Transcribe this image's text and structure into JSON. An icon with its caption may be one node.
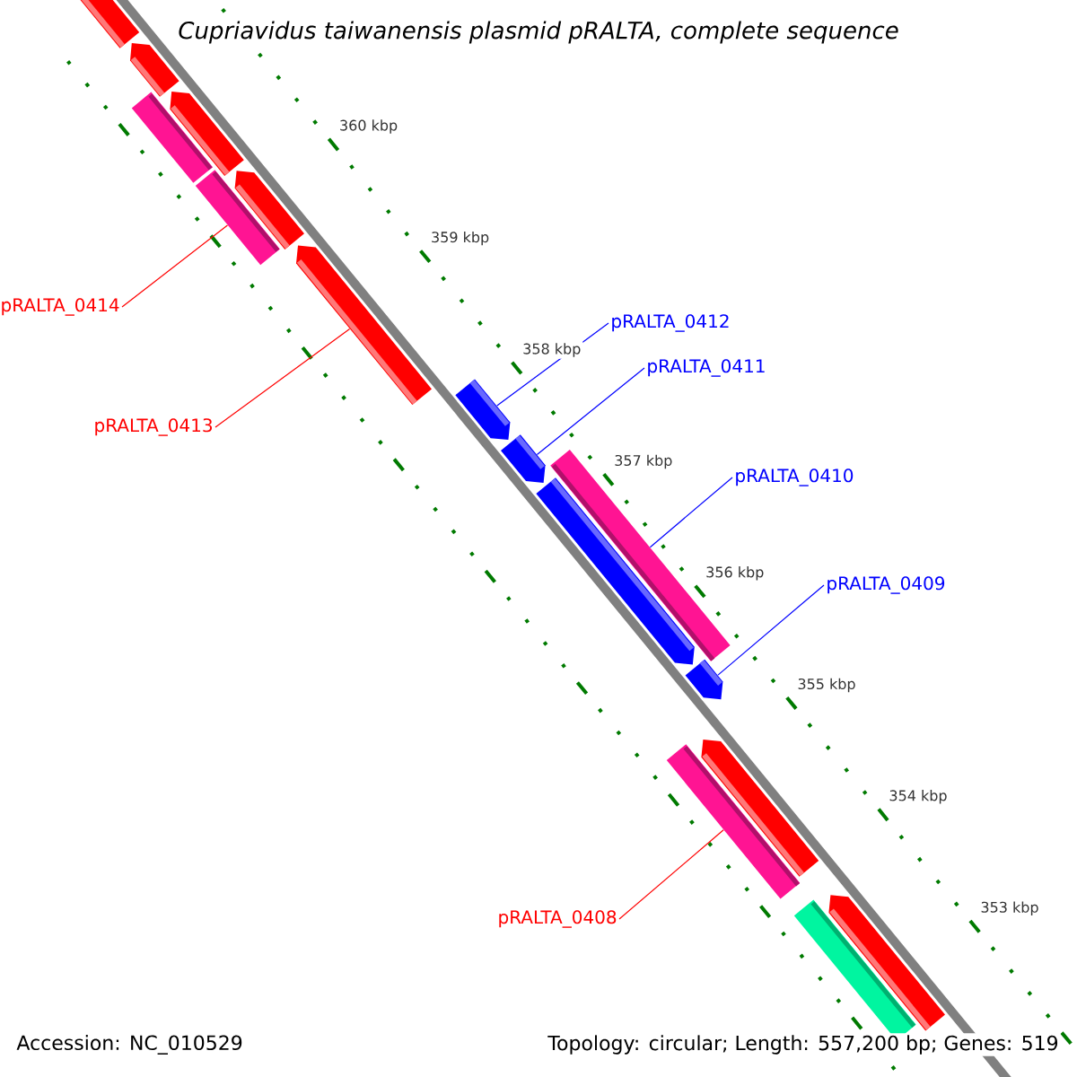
{
  "diagram": {
    "title": "Cupriavidus taiwanensis plasmid pRALTA, complete sequence",
    "nodes": [
      {
        "text": [
          "pRALTA_0414"
        ]
      },
      {
        "text": [
          "pRALTA_0412"
        ]
      },
      {
        "text": [
          "pRALTA_0411"
        ]
      },
      {
        "text": [
          "pRALTA_0413"
        ]
      },
      {
        "text": [
          "pRALTA_0410"
        ]
      },
      {
        "text": [
          "pRALTA_0409"
        ]
      },
      {
        "text": [
          "pRALTA_0408"
        ]
      },
      {
        "text": [],
        "shape": "pentagon"
      },
      {
        "text": [],
        "shape": "pentagon"
      },
      {
        "text": [],
        "shape": "bar"
      },
      {
        "text": [],
        "shape": "bar"
      },
      {
        "text": [],
        "shape": "pentagon"
      },
      {
        "text": [],
        "shape": "pentagon"
      },
      {
        "text": [],
        "shape": "pentagon"
      },
      {
        "text": [],
        "shape": "pentagon"
      },
      {
        "text": [],
        "shape": "pentagon"
      },
      {
        "text": [],
        "shape": "pentagon"
      },
      {
        "text": [],
        "shape": "bar"
      },
      {
        "text": [],
        "shape": "pentagon"
      },
      {
        "text": [],
        "shape": "bar"
      },
      {
        "text": [],
        "shape": "pentagon"
      },
      {
        "text": [],
        "shape": "bar"
      },
      {
        "text": [],
        "shape": "pentagon"
      }
    ],
    "edges": [
      {
        "from": 0,
        "to": 10,
        "arrow": "none",
        "color": "#ff0000"
      },
      {
        "from": 1,
        "to": 14,
        "arrow": "none"
      },
      {
        "from": 2,
        "to": 15,
        "arrow": "none"
      },
      {
        "from": 3,
        "to": 13,
        "arrow": "none",
        "color": "#ff0000"
      },
      {
        "from": 4,
        "to": 17,
        "arrow": "none"
      },
      {
        "from": 5,
        "to": 18,
        "arrow": "none"
      },
      {
        "from": 6,
        "to": 19,
        "arrow": "none",
        "color": "#ff0000"
      }
    ],
    "labels": [
      "360 kbp",
      "359 kbp",
      "358 kbp",
      "357 kbp",
      "356 kbp",
      "355 kbp",
      "354 kbp",
      "353 kbp",
      "Accession: NC_010529",
      "Topology: circular; Length: 557,200 bp; Genes: 519"
    ]
  }
}
